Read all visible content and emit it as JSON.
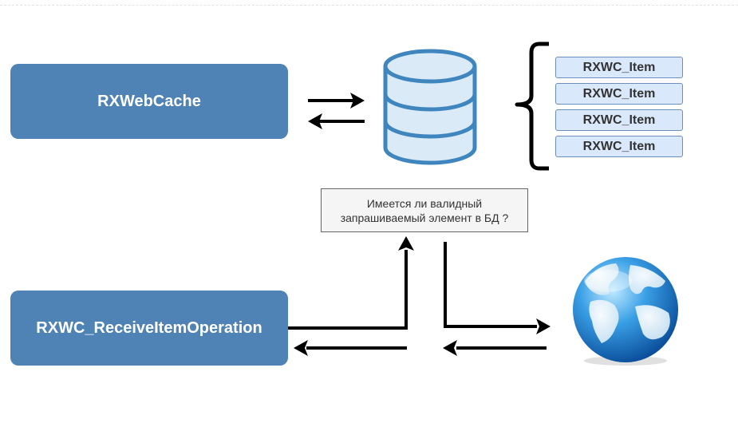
{
  "nodes": {
    "cache": "RXWebCache",
    "operation": "RXWC_ReceiveItemOperation",
    "question": "Имеется ли валидный\nзапрашиваемый элемент в БД ?"
  },
  "items": [
    "RXWC_Item",
    "RXWC_Item",
    "RXWC_Item",
    "RXWC_Item"
  ],
  "icons": {
    "database": "database-icon",
    "globe": "globe-icon",
    "brace": "left-curly-brace-icon"
  },
  "colors": {
    "node_fill": "#4f82b5",
    "item_fill": "#dae8fc",
    "item_border": "#6c8ebf",
    "db_stroke": "#3f86bf",
    "db_fill": "#dbeaf7"
  }
}
